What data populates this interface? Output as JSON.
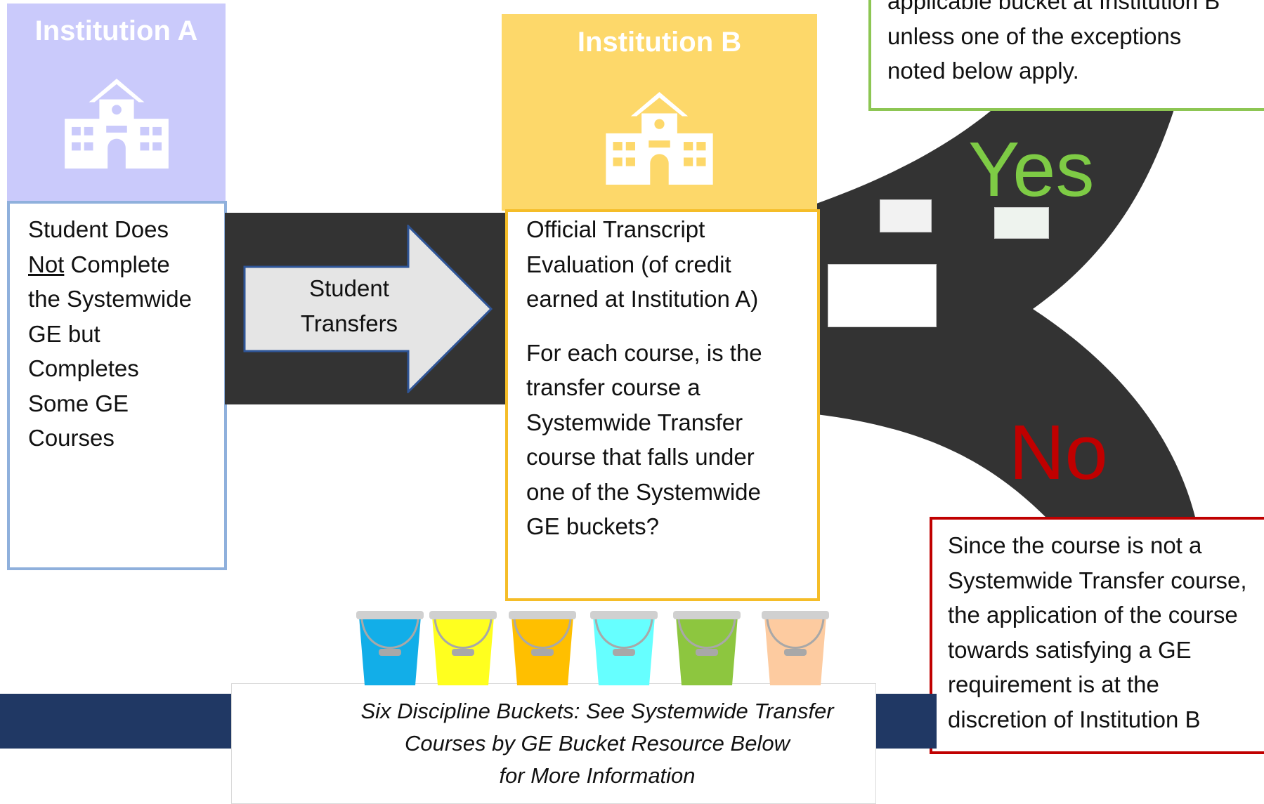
{
  "institution_a": {
    "title": "Institution A",
    "icon": "school-building-icon",
    "description_lines": [
      "Student Does",
      "Not",
      " Complete",
      "the Systemwide",
      "GE but",
      "Completes",
      "Some GE",
      "Courses"
    ]
  },
  "transfer": {
    "label_line1": "Student",
    "label_line2": "Transfers"
  },
  "institution_b": {
    "title": "Institution B",
    "icon": "school-building-icon",
    "evaluation_lines": [
      "Official Transcript",
      "Evaluation (of credit",
      "earned at Institution A)"
    ],
    "question_lines": [
      "For each course, is the",
      "transfer course a",
      "Systemwide Transfer",
      "course that falls under",
      "one of the Systemwide",
      "GE buckets?"
    ]
  },
  "outcomes": {
    "yes_label": "Yes",
    "no_label": "No",
    "yes_box_lines": [
      "applicable bucket at Institution B",
      "unless one of the exceptions",
      "noted below apply."
    ],
    "no_box_lines": [
      "Since the course is not a",
      "Systemwide Transfer course,",
      "the application of the course",
      "towards satisfying a GE",
      "requirement is at the",
      "discretion of Institution B"
    ]
  },
  "buckets": {
    "colors": [
      "#12aee8",
      "#ffff1f",
      "#ffbf00",
      "#66ffff",
      "#8dc63f",
      "#fdcba0"
    ],
    "caption_lines": [
      "Six Discipline Buckets: See Systemwide Transfer",
      "Courses by GE Bucket Resource Below",
      "for More Information"
    ]
  },
  "colors": {
    "institution_a": "#cacafb",
    "institution_b": "#fdd86a",
    "road": "#333333",
    "yes": "#7ecb45",
    "no": "#c00000",
    "strip": "#203864"
  }
}
